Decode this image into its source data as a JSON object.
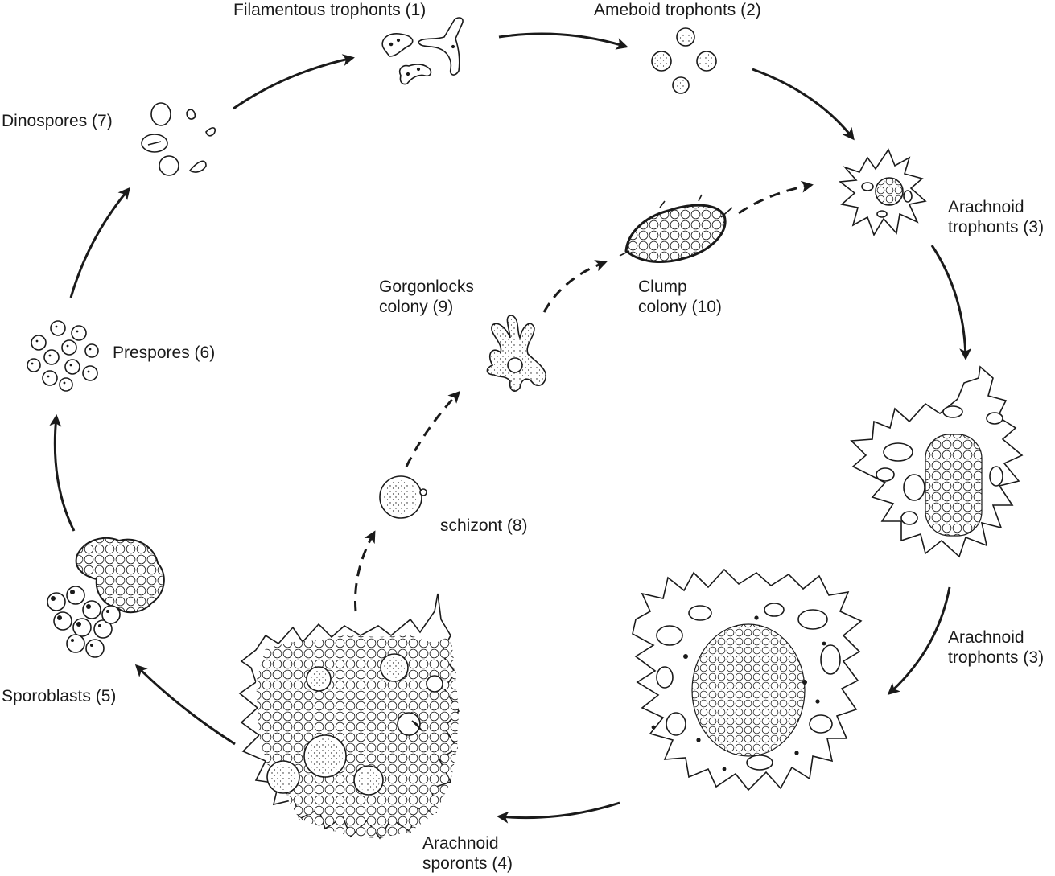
{
  "labels": {
    "filamentous": "Filamentous trophonts (1)",
    "ameboid": "Ameboid trophonts (2)",
    "dinospores": "Dinospores (7)",
    "arachnoid_a_line1": "Arachnoid",
    "arachnoid_a_line2": "trophonts (3)",
    "gorgonlocks_line1": "Gorgonlocks",
    "gorgonlocks_line2": "colony  (9)",
    "clump_line1": "Clump",
    "clump_line2": "colony  (10)",
    "prespores": "Prespores (6)",
    "schizont": "schizont (8)",
    "arachnoid_b_line1": "Arachnoid",
    "arachnoid_b_line2": "trophonts (3)",
    "sporoblasts": "Sporoblasts (5)",
    "sporonts_line1": "Arachnoid",
    "sporonts_line2": "sporonts (4)"
  },
  "colors": {
    "ink": "#1a1a1a",
    "paper": "#ffffff"
  },
  "transitions": [
    {
      "from": "Filamentous trophonts (1)",
      "to": "Ameboid trophonts (2)",
      "style": "solid"
    },
    {
      "from": "Ameboid trophonts (2)",
      "to": "Arachnoid trophonts (3)",
      "style": "solid"
    },
    {
      "from": "Arachnoid trophonts (3)",
      "to": "Arachnoid trophonts (3)",
      "style": "solid"
    },
    {
      "from": "Arachnoid trophonts (3)",
      "to": "Arachnoid sporonts (4)",
      "style": "solid"
    },
    {
      "from": "Arachnoid sporonts (4)",
      "to": "Sporoblasts (5)",
      "style": "solid"
    },
    {
      "from": "Sporoblasts (5)",
      "to": "Prespores (6)",
      "style": "solid"
    },
    {
      "from": "Prespores (6)",
      "to": "Dinospores (7)",
      "style": "solid"
    },
    {
      "from": "Dinospores (7)",
      "to": "Filamentous trophonts (1)",
      "style": "solid"
    },
    {
      "from": "Arachnoid sporonts (4)",
      "to": "schizont (8)",
      "style": "dashed"
    },
    {
      "from": "schizont (8)",
      "to": "Gorgonlocks colony  (9)",
      "style": "dashed"
    },
    {
      "from": "Gorgonlocks colony  (9)",
      "to": "Clump colony  (10)",
      "style": "dashed"
    },
    {
      "from": "Clump colony  (10)",
      "to": "Arachnoid trophonts (3)",
      "style": "dashed"
    }
  ]
}
